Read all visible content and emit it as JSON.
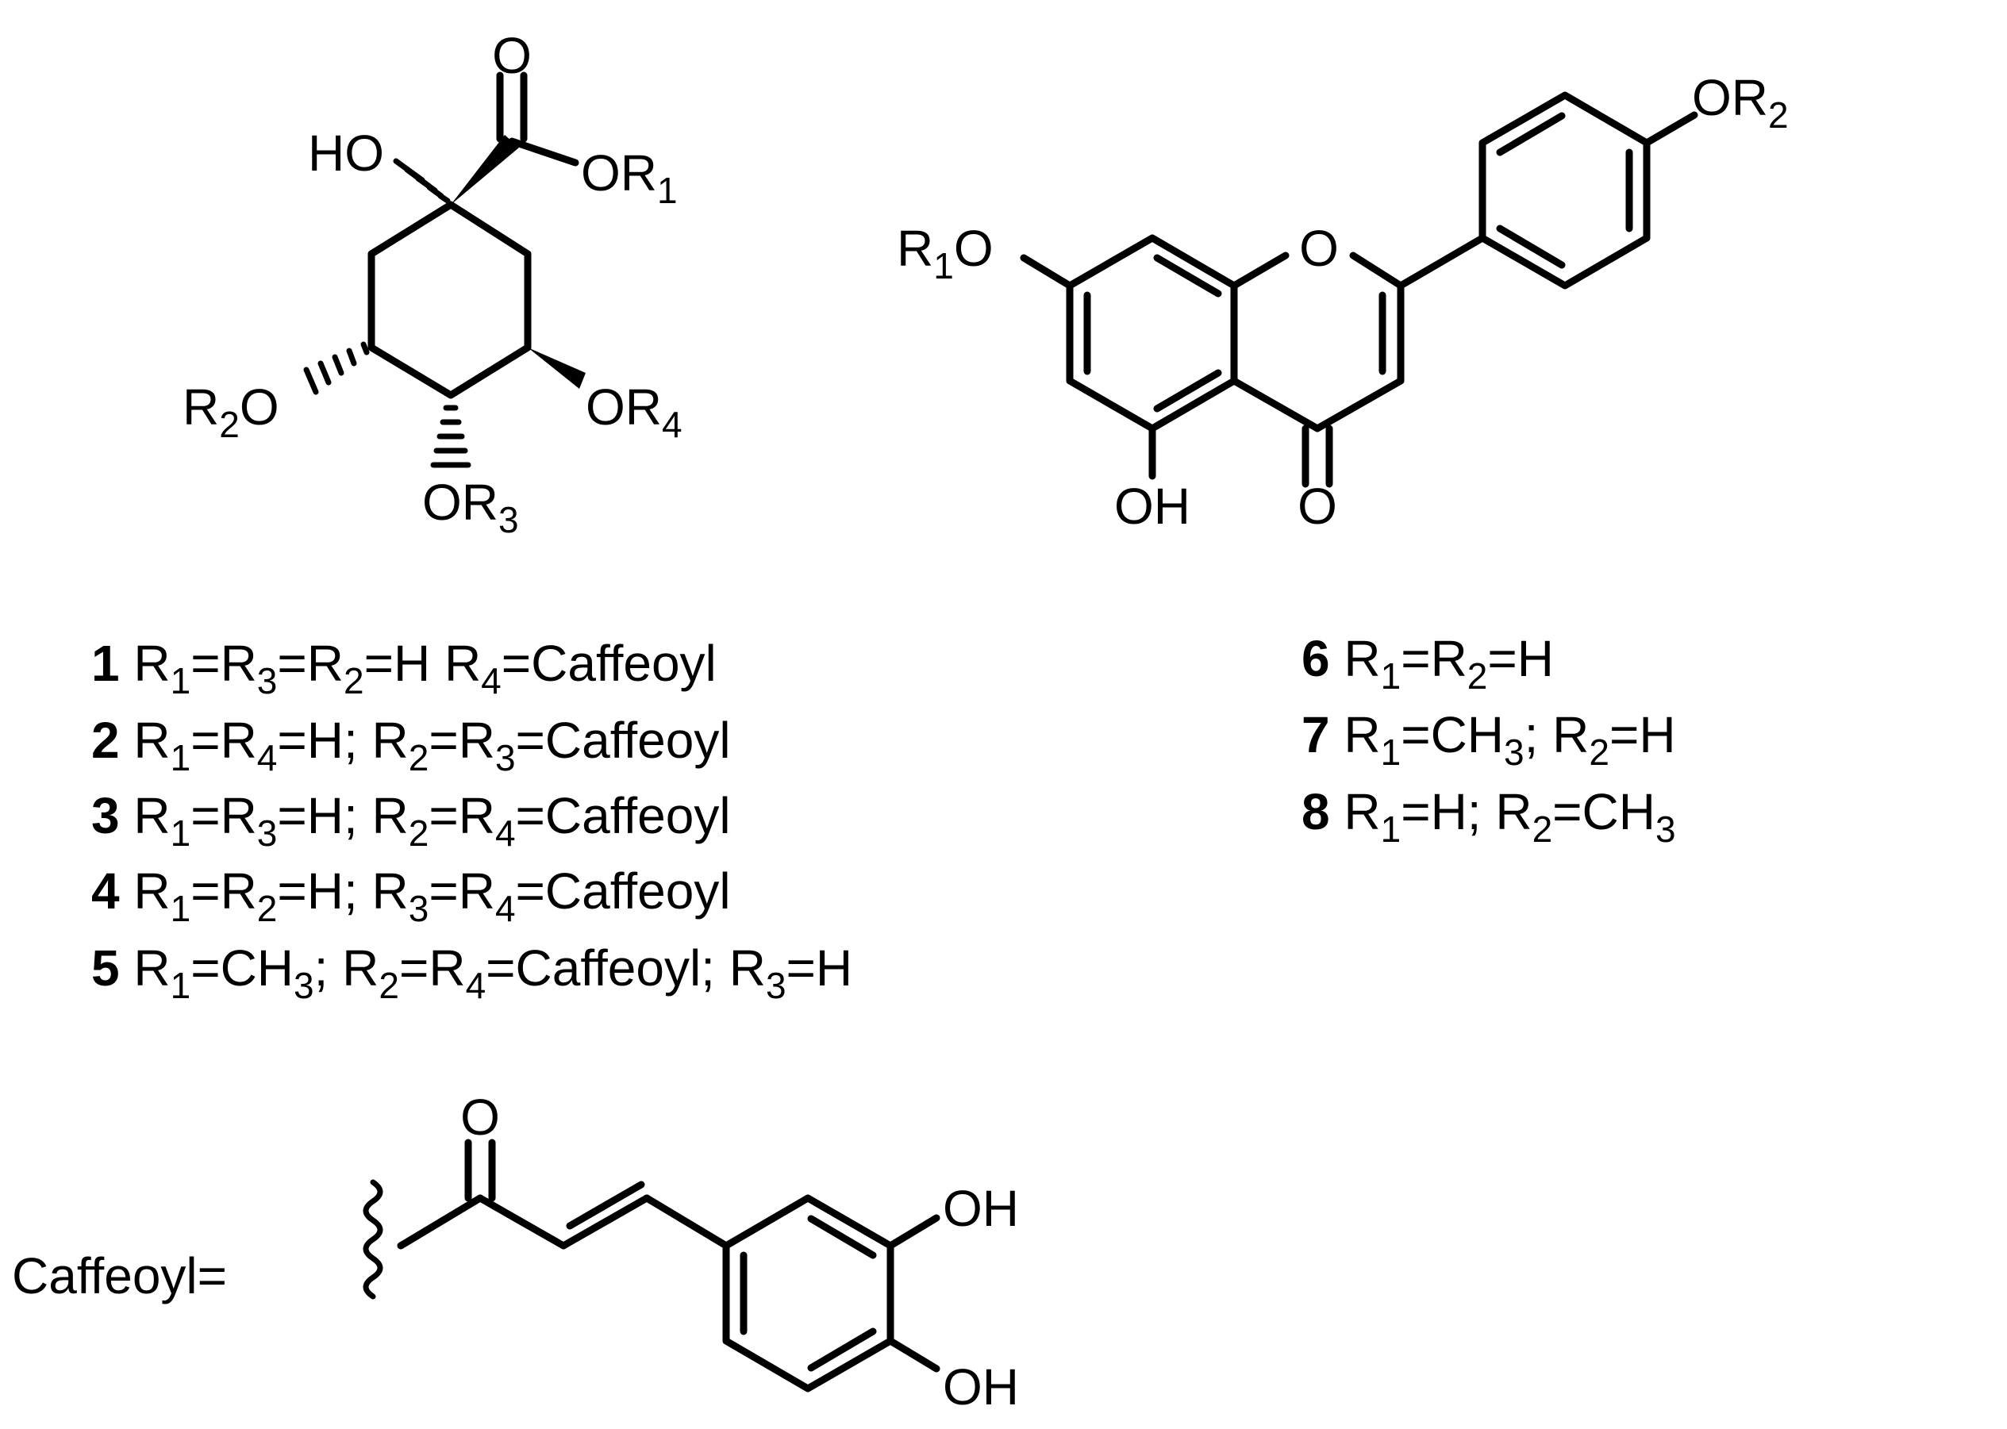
{
  "quinic": {
    "atoms": {
      "carbonyl_o": "O",
      "ho": "HO",
      "or1": {
        "main": "OR",
        "sub": "1"
      },
      "r2o": {
        "main": "R",
        "sub": "2",
        "tail": "O"
      },
      "or4": {
        "main": "OR",
        "sub": "4"
      },
      "or3": {
        "main": "OR",
        "sub": "3"
      }
    },
    "compounds": [
      {
        "num": "1",
        "parts": [
          [
            "R",
            "1"
          ],
          [
            "=R",
            "3"
          ],
          [
            "=R",
            "2"
          ],
          [
            "=H R",
            "4"
          ],
          [
            "=Caffeoyl",
            ""
          ]
        ]
      },
      {
        "num": "2",
        "parts": [
          [
            "R",
            "1"
          ],
          [
            "=R",
            "4"
          ],
          [
            "=H; R",
            "2"
          ],
          [
            "=R",
            "3"
          ],
          [
            "=Caffeoyl",
            ""
          ]
        ]
      },
      {
        "num": "3",
        "parts": [
          [
            "R",
            "1"
          ],
          [
            "=R",
            "3"
          ],
          [
            "=H; R",
            "2"
          ],
          [
            "=R",
            "4"
          ],
          [
            "=Caffeoyl",
            ""
          ]
        ]
      },
      {
        "num": "4",
        "parts": [
          [
            "R",
            "1"
          ],
          [
            "=R",
            "2"
          ],
          [
            "=H; R",
            "3"
          ],
          [
            "=R",
            "4"
          ],
          [
            "=Caffeoyl",
            ""
          ]
        ]
      },
      {
        "num": "5",
        "parts": [
          [
            "R",
            "1"
          ],
          [
            "=CH",
            "3"
          ],
          [
            "; R",
            "2"
          ],
          [
            "=R",
            "4"
          ],
          [
            "=Caffeoyl; R",
            "3"
          ],
          [
            "=H",
            ""
          ]
        ]
      }
    ]
  },
  "flavone": {
    "atoms": {
      "or2": {
        "main": "OR",
        "sub": "2"
      },
      "r1o": {
        "main": "R",
        "sub": "1",
        "tail": "O"
      },
      "ring_o": "O",
      "oh": "OH",
      "keto_o": "O"
    },
    "compounds": [
      {
        "num": "6",
        "parts": [
          [
            "R",
            "1"
          ],
          [
            "=R",
            "2"
          ],
          [
            "=H",
            ""
          ]
        ]
      },
      {
        "num": "7",
        "parts": [
          [
            "R",
            "1"
          ],
          [
            "=CH",
            "3"
          ],
          [
            "; R",
            "2"
          ],
          [
            "=H",
            ""
          ]
        ]
      },
      {
        "num": "8",
        "parts": [
          [
            "R",
            "1"
          ],
          [
            "=H; R",
            "2"
          ],
          [
            "=CH",
            "3"
          ]
        ]
      }
    ]
  },
  "caffeoyl": {
    "label": "Caffeoyl=",
    "atoms": {
      "carbonyl_o": "O",
      "oh_top": "OH",
      "oh_bottom": "OH"
    }
  }
}
